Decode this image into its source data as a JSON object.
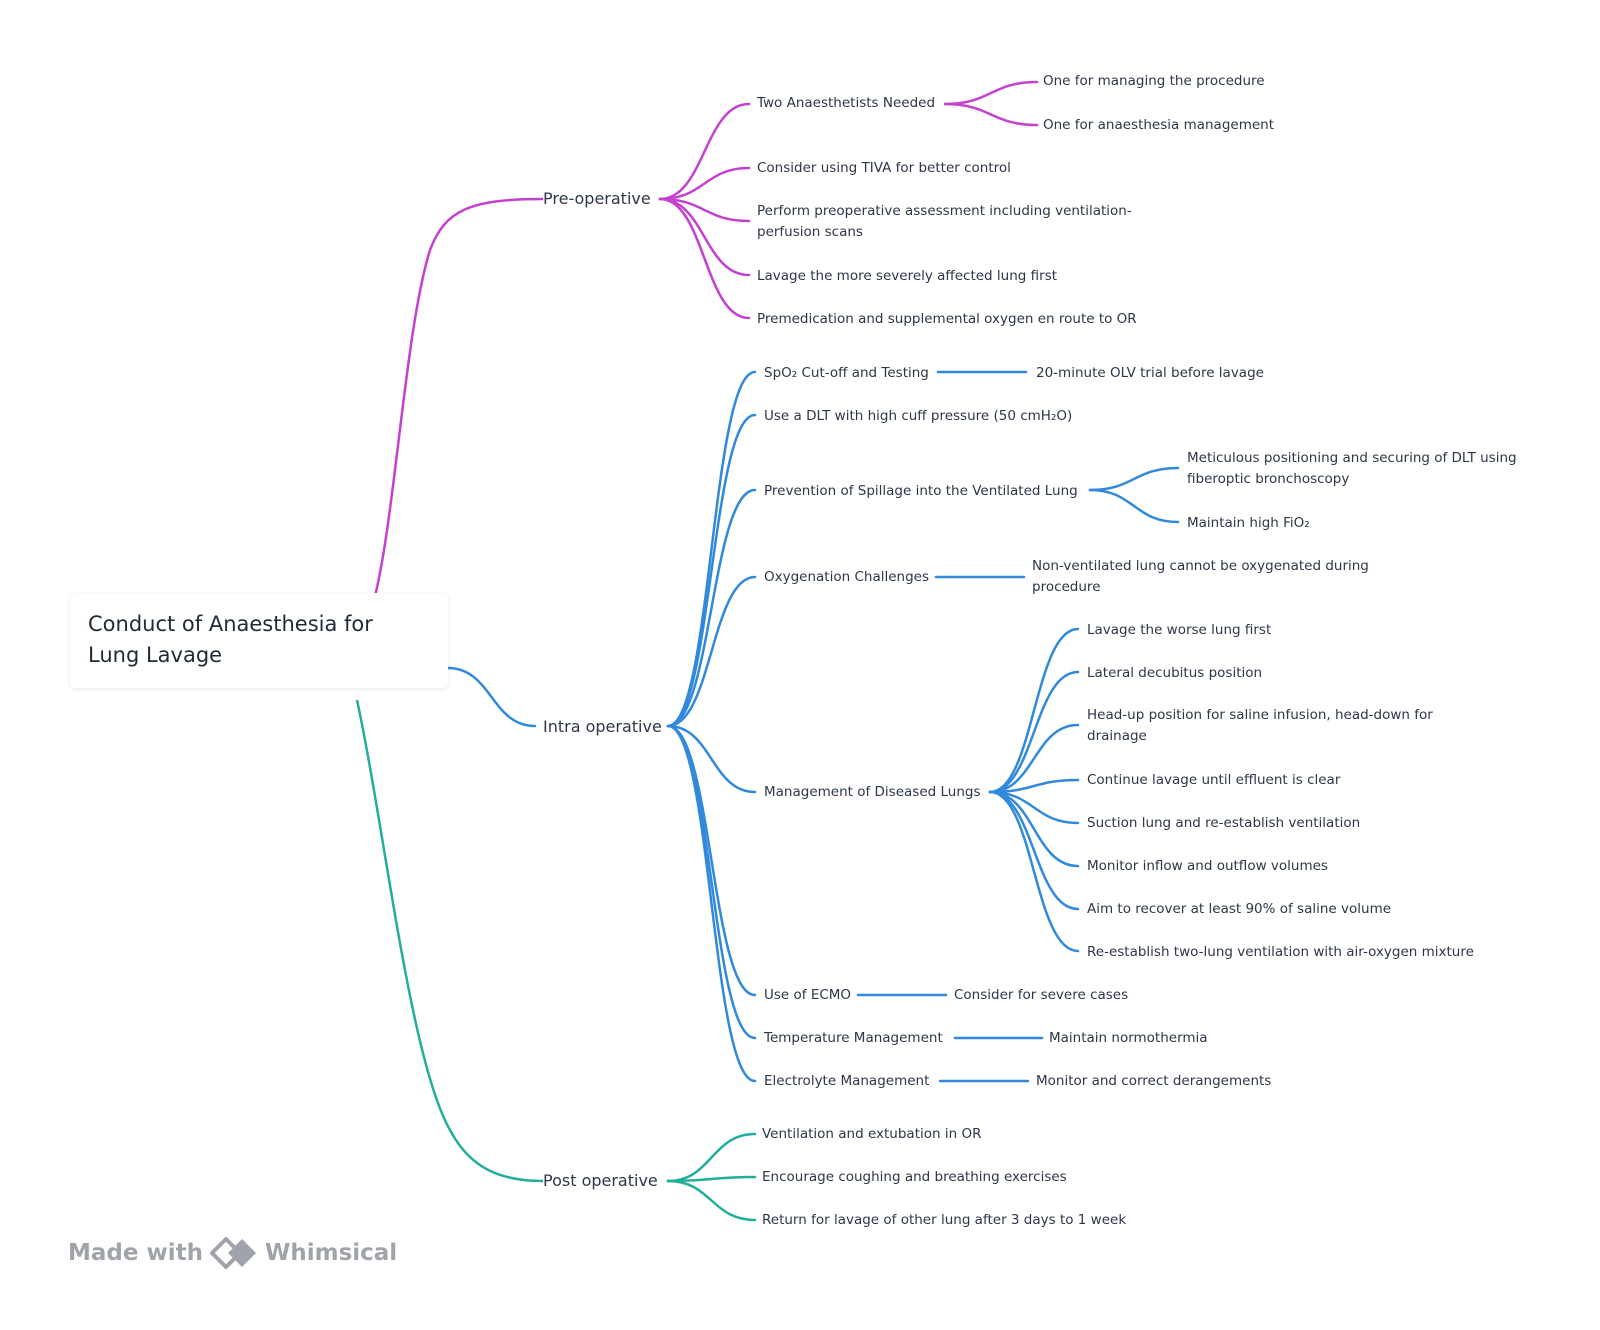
{
  "colors": {
    "pre": "#c340d0",
    "intra": "#3189dc",
    "post": "#22ad9c",
    "watermark": "#a0a4aa"
  },
  "root": {
    "title": "Conduct of Anaesthesia for Lung Lavage"
  },
  "branches": {
    "pre": {
      "label": "Pre-operative",
      "items": [
        {
          "text": "Two Anaesthetists Needed",
          "children": [
            "One for managing the procedure",
            "One for anaesthesia management"
          ]
        },
        {
          "text": "Consider using TIVA for better control"
        },
        {
          "text": "Perform preoperative assessment including ventilation-perfusion scans"
        },
        {
          "text": "Lavage the more severely affected lung first"
        },
        {
          "text": "Premedication and supplemental oxygen en route to OR"
        }
      ]
    },
    "intra": {
      "label": "Intra operative",
      "items": [
        {
          "text": "SpO₂ Cut-off and Testing",
          "children": [
            "20-minute OLV trial before lavage"
          ]
        },
        {
          "text": "Use a DLT with high cuff pressure (50 cmH₂O)"
        },
        {
          "text": "Prevention of Spillage into the Ventilated Lung",
          "children": [
            "Meticulous positioning and securing of DLT using fiberoptic bronchoscopy",
            "Maintain high FiO₂"
          ]
        },
        {
          "text": "Oxygenation Challenges",
          "children": [
            "Non-ventilated lung cannot be oxygenated during procedure"
          ]
        },
        {
          "text": "Management of Diseased Lungs",
          "children": [
            "Lavage the worse lung first",
            "Lateral decubitus position",
            "Head-up position for saline infusion, head-down for drainage",
            "Continue lavage until effluent is clear",
            "Suction lung and re-establish ventilation",
            "Monitor inflow and outflow volumes",
            "Aim to recover at least 90% of saline volume",
            "Re-establish two-lung ventilation with air-oxygen mixture"
          ]
        },
        {
          "text": "Use of ECMO",
          "children": [
            "Consider for severe cases"
          ]
        },
        {
          "text": "Temperature Management",
          "children": [
            "Maintain normothermia"
          ]
        },
        {
          "text": "Electrolyte Management",
          "children": [
            "Monitor and correct derangements"
          ]
        }
      ]
    },
    "post": {
      "label": "Post operative",
      "items": [
        {
          "text": "Ventilation and extubation in OR"
        },
        {
          "text": "Encourage coughing and breathing exercises"
        },
        {
          "text": "Return for lavage of other lung after 3 days to 1 week"
        }
      ]
    }
  },
  "watermark": {
    "prefix": "Made with",
    "brand": "Whimsical",
    "logo_icon": "whimsical-logo-icon"
  }
}
